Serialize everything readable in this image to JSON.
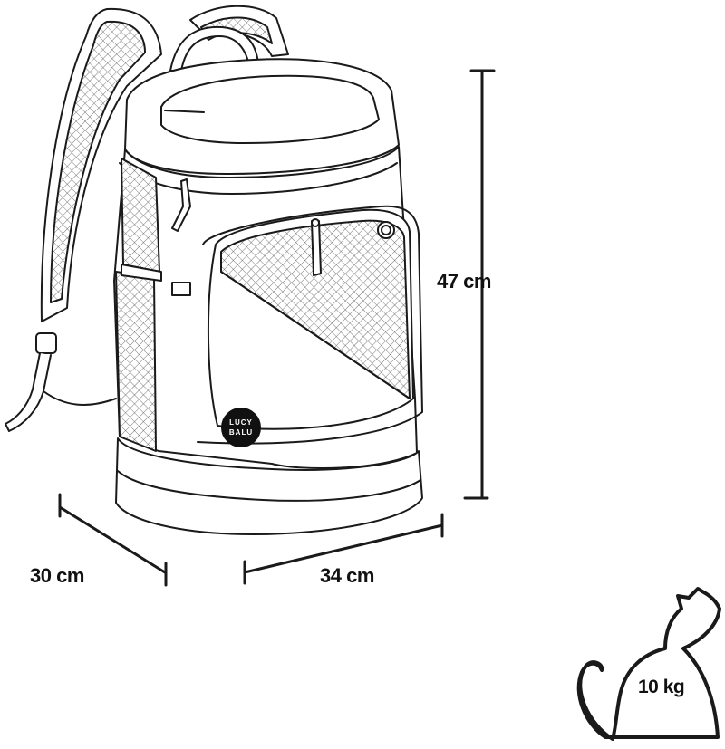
{
  "dimensions": {
    "height": "47 cm",
    "depth": "30 cm",
    "width": "34 cm"
  },
  "weight": {
    "max_load": "10 kg"
  },
  "brand": {
    "logo_line1": "LUCY",
    "logo_line2": "BALU"
  },
  "colors": {
    "line": "#1a1a1a",
    "mesh": "#444444",
    "logo_bg": "#111111",
    "logo_text": "#ffffff"
  }
}
